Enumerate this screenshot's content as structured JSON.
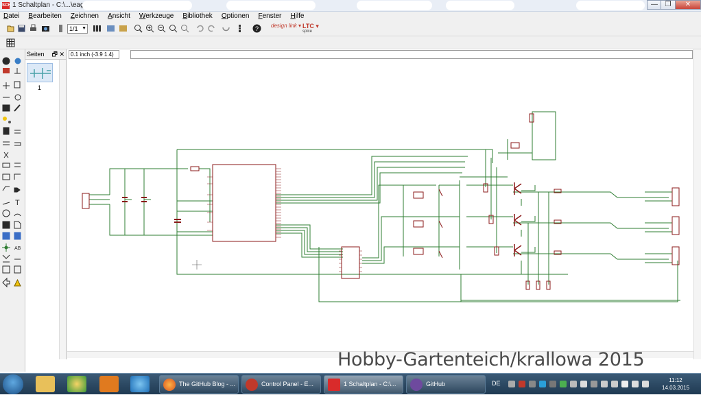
{
  "window": {
    "title": "1 Schaltplan - C:\\...\\eagle\\control...",
    "app_badge": "SCH",
    "controls": {
      "minimize": "—",
      "maximize": "❐",
      "close": "✕"
    }
  },
  "menu": [
    "Datei",
    "Bearbeiten",
    "Zeichnen",
    "Ansicht",
    "Werkzeuge",
    "Bibliothek",
    "Optionen",
    "Fenster",
    "Hilfe"
  ],
  "toolbar": {
    "zoom_value": "1/1",
    "designlink_label": "design link",
    "ltc_label": "LTC",
    "ltc_sub": "spice"
  },
  "pages_panel": {
    "header": "Seiten",
    "header_controls": "🗗 ✕",
    "page_number": "1"
  },
  "command_line": {
    "coordinates": "0.1 inch (-3.9 1.4)",
    "value": ""
  },
  "watermark": "Hobby-Gartenteich/krallowa 2015",
  "taskbar": {
    "tasks": [
      {
        "label": "The GitHub Blog - ...",
        "icon": "firefox-icon",
        "active": false
      },
      {
        "label": "Control Panel - E...",
        "icon": "control-panel-icon",
        "active": false
      },
      {
        "label": "1 Schaltplan - C:\\...",
        "icon": "eagle-icon",
        "active": true
      },
      {
        "label": "GitHub",
        "icon": "github-icon",
        "active": false
      }
    ],
    "language": "DE",
    "time": "11:12",
    "date": "14.03.2015"
  },
  "colors": {
    "wire": "#2e7d32",
    "part": "#8b1a1a",
    "accent": "#d92b2b"
  }
}
